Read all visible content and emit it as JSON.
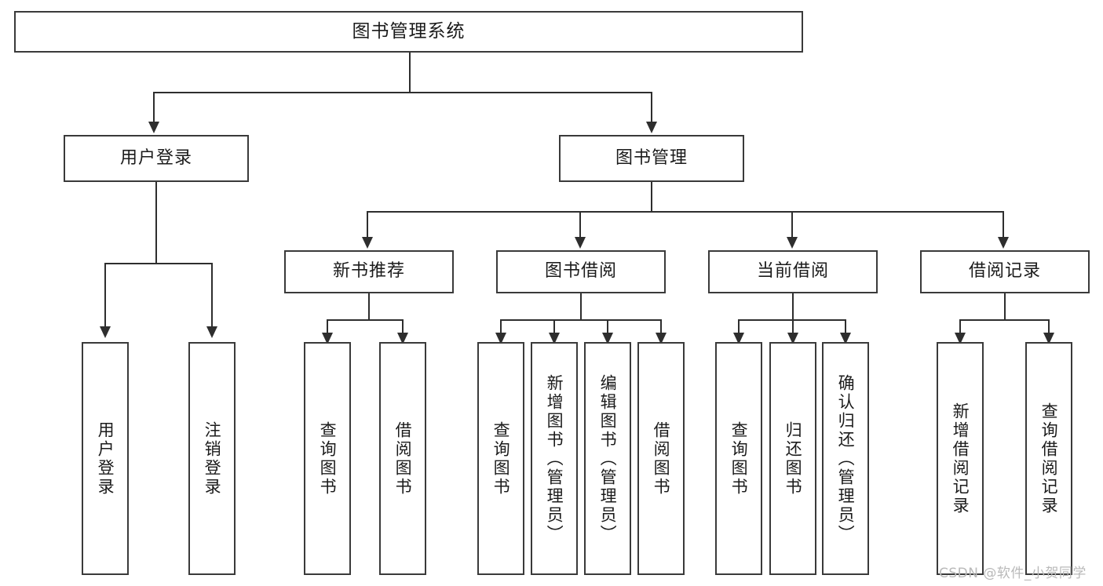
{
  "diagram": {
    "type": "tree-hierarchy",
    "title": "图书管理系统",
    "root": {
      "label": "图书管理系统"
    },
    "level2": [
      {
        "label": "用户登录"
      },
      {
        "label": "图书管理"
      }
    ],
    "level3": [
      {
        "label": "新书推荐"
      },
      {
        "label": "图书借阅"
      },
      {
        "label": "当前借阅"
      },
      {
        "label": "借阅记录"
      }
    ],
    "leaves": {
      "user_login": [
        {
          "label": "用户登录"
        },
        {
          "label": "注销登录"
        }
      ],
      "new_book_recommend": [
        {
          "label": "查询图书"
        },
        {
          "label": "借阅图书"
        }
      ],
      "book_borrow": [
        {
          "label": "查询图书"
        },
        {
          "label": "新增图书（管理员）"
        },
        {
          "label": "编辑图书（管理员）"
        },
        {
          "label": "借阅图书"
        }
      ],
      "current_borrow": [
        {
          "label": "查询图书"
        },
        {
          "label": "归还图书"
        },
        {
          "label": "确认归还（管理员）"
        }
      ],
      "borrow_record": [
        {
          "label": "新增借阅记录"
        },
        {
          "label": "查询借阅记录"
        }
      ]
    },
    "colors": {
      "box_border": "#3a3a3a",
      "connector": "#2e2e2e",
      "background": "#ffffff",
      "text": "#1b1b1b",
      "watermark": "#b9b9b9"
    }
  },
  "watermark": {
    "text": "CSDN @软件_小贺同学"
  }
}
